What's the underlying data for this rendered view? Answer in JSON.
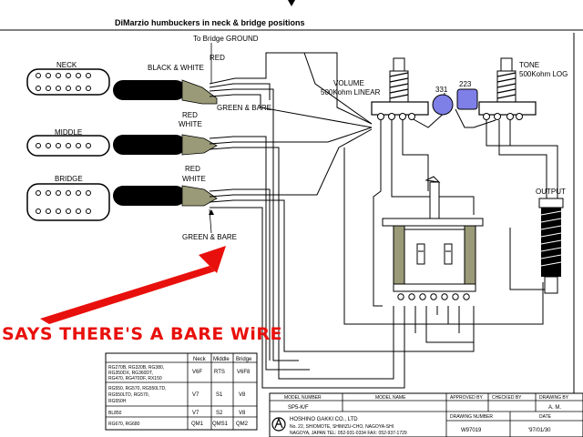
{
  "title": "DiMarzio humbuckers in neck & bridge positions",
  "labels": {
    "bridge_ground": "To Bridge GROUND",
    "neck": "NECK",
    "middle": "MIDDLE",
    "bridge": "BRIDGE",
    "red": "RED",
    "black_white": "BLACK & WHITE",
    "white": "WHITE",
    "green_bare": "GREEN & BARE",
    "volume": "VOLUME",
    "volume_value": "500Kohm LINEAR",
    "tone": "TONE",
    "tone_value": "500Kohm LOG",
    "cap_331": "331",
    "cap_223": "223",
    "output": "OUTPUT"
  },
  "annotation": "SAYS THERE'S A BARE WiRE",
  "table": {
    "headers": [
      "",
      "Neck",
      "Middle",
      "Bridge"
    ],
    "rows": [
      {
        "models": [
          "RG270B, RG320B, RG380,",
          "RG350DX, RG360DT,",
          "RG470, RG470DF, RX150"
        ],
        "neck": "V6F",
        "middle": "RTS",
        "bridge": "V6F8"
      },
      {
        "models": [
          "RG550, RG570, RG550LTD,",
          "RG550LTD, RG570,",
          "RG550H"
        ],
        "neck": "V7",
        "middle": "S1",
        "bridge": "V8"
      },
      {
        "models": [
          "BL850"
        ],
        "neck": "V7",
        "middle": "S2",
        "bridge": "V8"
      },
      {
        "models": [
          "RG670, RG680"
        ],
        "neck": "QM1",
        "middle": "QMS1",
        "bridge": "QM2"
      }
    ]
  },
  "title_block": {
    "model_number_label": "MODEL NUMBER",
    "model_name_label": "MODEL NAME",
    "model_number": "SP5-K/F",
    "approved_by_label": "APPROVED BY",
    "checked_by_label": "CHECKED BY",
    "drawing_by_label": "DRAWING BY",
    "drawing_by": "A. M.",
    "company": "HOSHINO GAKKI CO., LTD",
    "address_1": "No. 22, SHIOMOTE, SHIMIZU-CHO, NAGOYA-SHI",
    "address_2": "NAGOYA, JAPAN   TEL: 052-931-0334   FAX: 052-937-1729",
    "drawing_number_label": "DRAWING NUMBER",
    "drawing_number": "W97019",
    "date_label": "DATE",
    "date": "'97/01/30"
  }
}
